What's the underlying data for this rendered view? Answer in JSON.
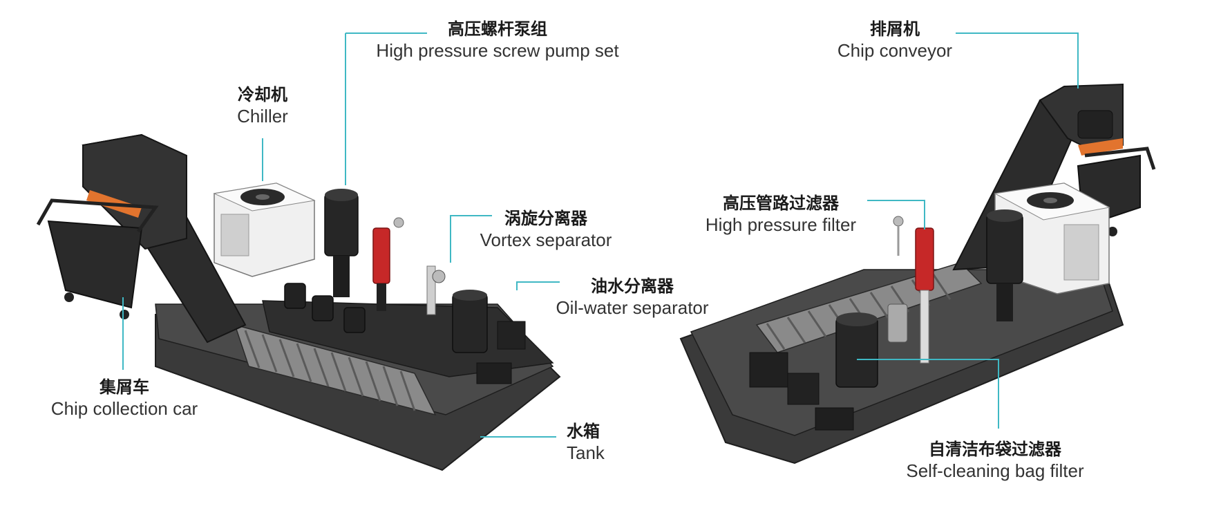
{
  "colors": {
    "leader": "#3fb8c4",
    "machine_body": "#3a3a3a",
    "machine_dark": "#262626",
    "machine_top": "#4a4a4a",
    "filter_red": "#c62828",
    "chiller_white": "#f0f0f0",
    "accent_orange": "#e2742e"
  },
  "labels": {
    "pump": {
      "zh": "高压螺杆泵组",
      "en": "High pressure screw pump set"
    },
    "chiller": {
      "zh": "冷却机",
      "en": "Chiller"
    },
    "vortex": {
      "zh": "涡旋分离器",
      "en": "Vortex separator"
    },
    "oil_water": {
      "zh": "油水分离器",
      "en": "Oil-water separator"
    },
    "car": {
      "zh": "集屑车",
      "en": "Chip collection car"
    },
    "tank": {
      "zh": "水箱",
      "en": "Tank"
    },
    "conveyor": {
      "zh": "排屑机",
      "en": "Chip conveyor"
    },
    "hp_filter": {
      "zh": "高压管路过滤器",
      "en": "High pressure filter"
    },
    "bag_filter": {
      "zh": "自清洁布袋过滤器",
      "en": "Self-cleaning bag filter"
    }
  }
}
